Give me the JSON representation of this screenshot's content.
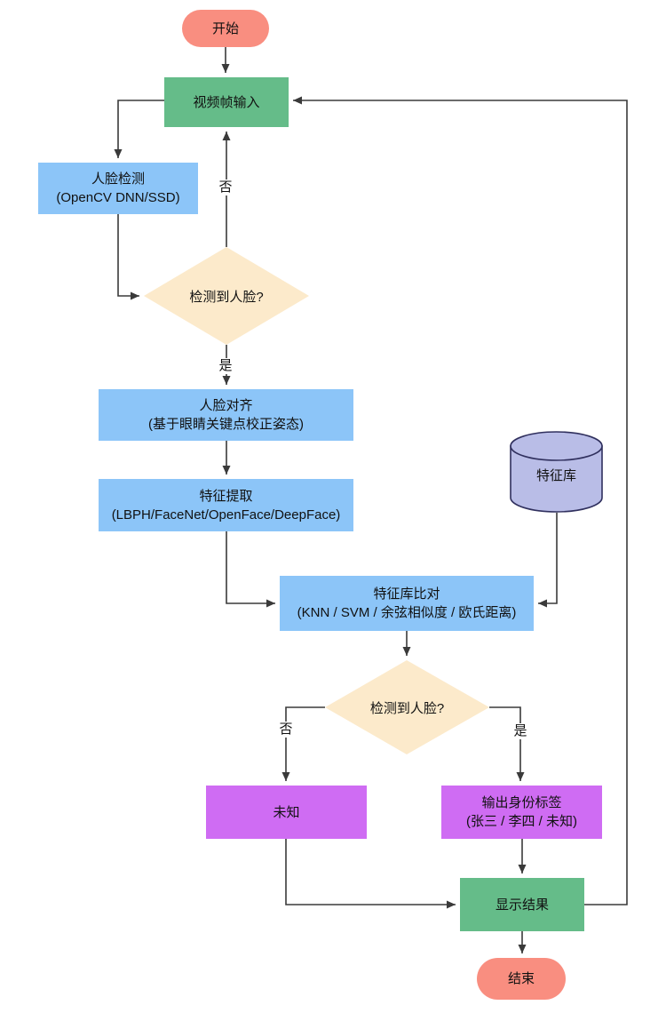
{
  "diagram_type": "flowchart",
  "colors": {
    "terminator_pink": "#F98E80",
    "io_green": "#65BC89",
    "process_blue": "#8CC5F8",
    "decision_peach": "#FCEACB",
    "datastore_fill": "#B9BDE7",
    "datastore_stroke": "#30305E",
    "result_purple": "#CF6CF3",
    "connector_line": "#3A3A3A",
    "text": "#111111",
    "background": "#FFFFFF"
  },
  "nodes": {
    "start": {
      "label": "开始",
      "shape": "terminator"
    },
    "video_input": {
      "label": "视频帧输入",
      "shape": "process"
    },
    "face_detect": {
      "label": "人脸检测",
      "sublabel": "(OpenCV DNN/SSD)",
      "shape": "process"
    },
    "decision1": {
      "label": "检测到人脸?",
      "shape": "decision"
    },
    "face_align": {
      "label": "人脸对齐",
      "sublabel": "(基于眼睛关键点校正姿态)",
      "shape": "process"
    },
    "feature_extract": {
      "label": "特征提取",
      "sublabel": "(LBPH/FaceNet/OpenFace/DeepFace)",
      "shape": "process"
    },
    "feature_db": {
      "label": "特征库",
      "shape": "datastore"
    },
    "db_match": {
      "label": "特征库比对",
      "sublabel": "(KNN / SVM / 余弦相似度 / 欧氏距离)",
      "shape": "process"
    },
    "decision2": {
      "label": "检测到人脸?",
      "shape": "decision"
    },
    "unknown": {
      "label": "未知",
      "shape": "process"
    },
    "output_identity": {
      "label": "输出身份标签",
      "sublabel": "(张三 / 李四 / 未知)",
      "shape": "process"
    },
    "show_result": {
      "label": "显示结果",
      "shape": "process"
    },
    "end": {
      "label": "结束",
      "shape": "terminator"
    }
  },
  "edge_labels": {
    "decision1_no": "否",
    "decision1_yes": "是",
    "decision2_no": "否",
    "decision2_yes": "是"
  }
}
